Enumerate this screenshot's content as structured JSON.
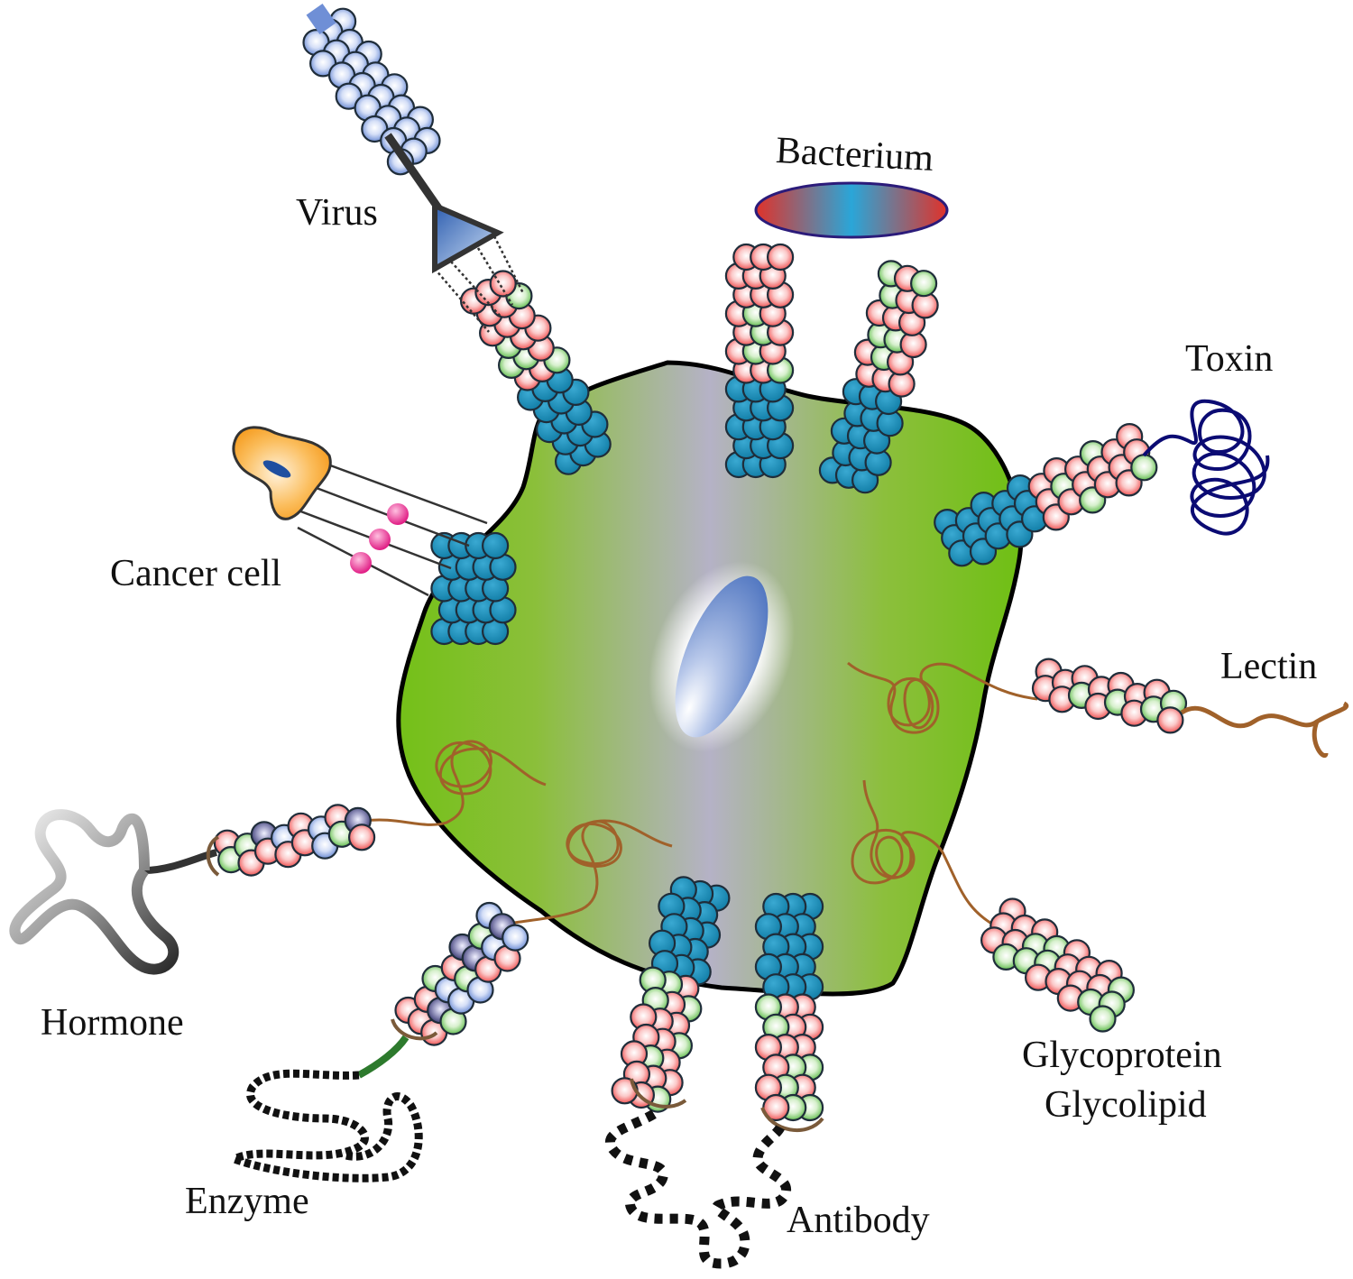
{
  "labels": {
    "virus": "Virus",
    "bacterium": "Bacterium",
    "toxin": "Toxin",
    "cancer_cell": "Cancer cell",
    "lectin": "Lectin",
    "hormone": "Hormone",
    "enzyme": "Enzyme",
    "antibody": "Antibody",
    "glycoprotein": "Glycoprotein",
    "glycolipid": "Glycolipid"
  },
  "colors": {
    "cell_body": "#7dc11e",
    "cell_center_band": "#b7b4c6",
    "nucleus": "#5a7fc4",
    "blue_bead": "#1a90b8",
    "red_bead": "#f15a5a",
    "green_bead": "#6cc24a",
    "violet_bead": "#3b3a73",
    "periwinkle_bead": "#6f8fd6",
    "coil": "#a0612a",
    "toxin_coil": "#0b0b73",
    "cancer_cell": "#f7a234",
    "ligand_pink": "#e8258a",
    "enzyme_stem": "#2d7a2d"
  },
  "icons": [
    "cell",
    "nucleus",
    "bead-rod",
    "coil",
    "virus",
    "bacterium",
    "cancer-cell"
  ]
}
